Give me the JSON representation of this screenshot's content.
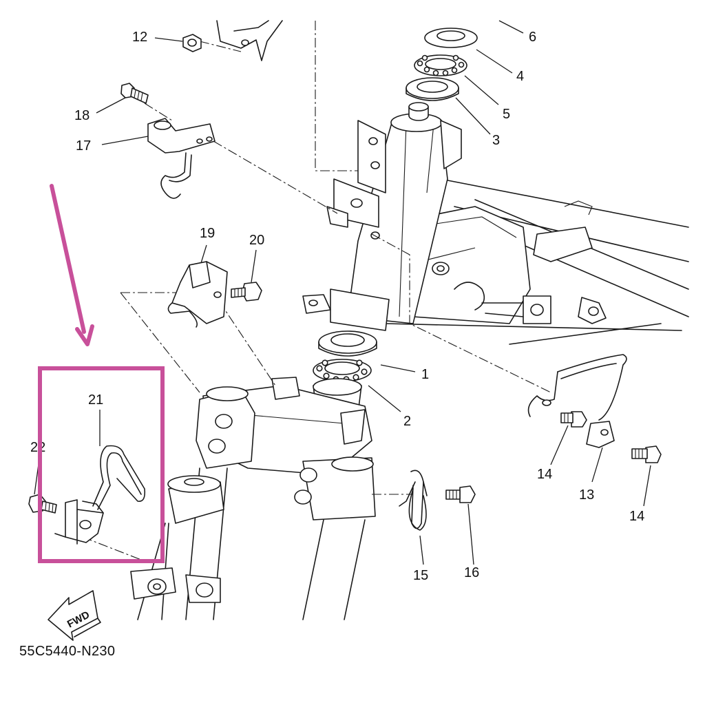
{
  "diagram": {
    "code": "55C5440-N230",
    "fwd_label": "FWD",
    "highlight_color": "#c8509a",
    "line_color": "#1a1a1a",
    "callouts": [
      {
        "id": "c1",
        "label": "1"
      },
      {
        "id": "c2",
        "label": "2"
      },
      {
        "id": "c3",
        "label": "3"
      },
      {
        "id": "c4",
        "label": "4"
      },
      {
        "id": "c5",
        "label": "5"
      },
      {
        "id": "c6",
        "label": "6"
      },
      {
        "id": "c12",
        "label": "12"
      },
      {
        "id": "c13",
        "label": "13"
      },
      {
        "id": "c14a",
        "label": "14"
      },
      {
        "id": "c14b",
        "label": "14"
      },
      {
        "id": "c15",
        "label": "15"
      },
      {
        "id": "c16",
        "label": "16"
      },
      {
        "id": "c17",
        "label": "17"
      },
      {
        "id": "c18",
        "label": "18"
      },
      {
        "id": "c19",
        "label": "19"
      },
      {
        "id": "c20",
        "label": "20"
      },
      {
        "id": "c21",
        "label": "21"
      },
      {
        "id": "c22",
        "label": "22"
      }
    ]
  }
}
